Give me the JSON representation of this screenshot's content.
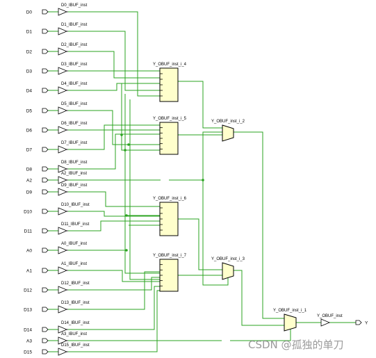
{
  "input_ports": [
    {
      "label": "D0",
      "buffer": "D0_IBUF_inst"
    },
    {
      "label": "D1",
      "buffer": "D1_IBUF_inst"
    },
    {
      "label": "D2",
      "buffer": "D2_IBUF_inst"
    },
    {
      "label": "D3",
      "buffer": "D3_IBUF_inst"
    },
    {
      "label": "D4",
      "buffer": "D4_IBUF_inst"
    },
    {
      "label": "D5",
      "buffer": "D5_IBUF_inst"
    },
    {
      "label": "D6",
      "buffer": "D6_IBUF_inst"
    },
    {
      "label": "D7",
      "buffer": "D7_IBUF_inst"
    },
    {
      "label": "D8",
      "buffer": "D8_IBUF_inst"
    },
    {
      "label": "A2",
      "buffer": "A2_IBUF_inst"
    },
    {
      "label": "D9",
      "buffer": "D9_IBUF_inst"
    },
    {
      "label": "D10",
      "buffer": "D10_IBUF_inst"
    },
    {
      "label": "D11",
      "buffer": "D11_IBUF_inst"
    },
    {
      "label": "A0",
      "buffer": "A0_IBUF_inst"
    },
    {
      "label": "A1",
      "buffer": "A1_IBUF_inst"
    },
    {
      "label": "D12",
      "buffer": "D12_IBUF_inst"
    },
    {
      "label": "D13",
      "buffer": "D13_IBUF_inst"
    },
    {
      "label": "D14",
      "buffer": "D14_IBUF_inst"
    },
    {
      "label": "A3",
      "buffer": "A3_IBUF_inst"
    },
    {
      "label": "D15",
      "buffer": "D15_IBUF_inst"
    }
  ],
  "luts": [
    {
      "name": "Y_OBUF_inst_i_4"
    },
    {
      "name": "Y_OBUF_inst_i_5"
    },
    {
      "name": "Y_OBUF_inst_i_6"
    },
    {
      "name": "Y_OBUF_inst_i_7"
    }
  ],
  "muxes": [
    {
      "name": "Y_OBUF_inst_i_2"
    },
    {
      "name": "Y_OBUF_inst_i_3"
    },
    {
      "name": "Y_OBUF_inst_i_1"
    }
  ],
  "output_buffer": {
    "name": "Y_OBUF_inst"
  },
  "output_port": {
    "label": "Y"
  },
  "watermark": "CSDN @孤独的单刀",
  "colors": {
    "wire": "#2aa31f",
    "cell_fill": "#ffffcc",
    "outline": "#000000"
  }
}
